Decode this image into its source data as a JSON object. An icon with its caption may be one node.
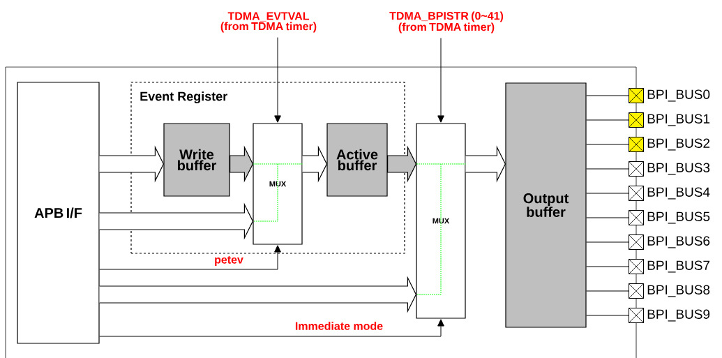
{
  "diagram": {
    "nodes": [
      {
        "text": [
          "Event Register"
        ]
      },
      {
        "text": [
          "APB I/F"
        ]
      },
      {
        "text": [
          "Write buffer"
        ],
        "in": 0
      },
      {
        "text": [
          "MUX"
        ],
        "in": 0
      },
      {
        "text": [
          "Active buffer"
        ],
        "in": 0
      },
      {
        "text": [
          "MUX"
        ]
      },
      {
        "text": [
          "Output buffer"
        ]
      },
      {
        "text": [
          "TDMA_EVTVAL (from TDMA timer)"
        ]
      },
      {
        "text": [
          "TDMA_BPISTR (0~41) (from TDMA timer)"
        ]
      },
      {
        "text": [],
        "shape": "box",
        "beside": [
          "BPI_BUS0"
        ]
      },
      {
        "text": [],
        "shape": "box",
        "beside": [
          "BPI_BUS1"
        ]
      },
      {
        "text": [],
        "shape": "box",
        "beside": [
          "BPI_BUS2"
        ]
      },
      {
        "text": [],
        "shape": "box",
        "beside": [
          "BPI_BUS3"
        ]
      },
      {
        "text": [],
        "shape": "box",
        "beside": [
          "BPI_BUS4"
        ]
      },
      {
        "text": [],
        "shape": "box",
        "beside": [
          "BPI_BUS5"
        ]
      },
      {
        "text": [],
        "shape": "box",
        "beside": [
          "BPI_BUS6"
        ]
      },
      {
        "text": [],
        "shape": "box",
        "beside": [
          "BPI_BUS7"
        ]
      },
      {
        "text": [],
        "shape": "box",
        "beside": [
          "BPI_BUS8"
        ]
      },
      {
        "text": [],
        "shape": "box",
        "beside": [
          "BPI_BUS9"
        ]
      }
    ],
    "edges": [
      {
        "from": 1,
        "to": 2,
        "arrow": "to",
        "style": "thick"
      },
      {
        "from": 2,
        "to": 3,
        "arrow": "to",
        "style": "thick",
        "color": "#c0c0c0"
      },
      {
        "from": 1,
        "to": 3,
        "arrow": "to",
        "style": "thick"
      },
      {
        "from": 3,
        "to": 4,
        "arrow": "to",
        "style": "thick"
      },
      {
        "from": 4,
        "to": 5,
        "arrow": "to",
        "style": "thick",
        "color": "#c0c0c0"
      },
      {
        "from": 1,
        "to": 3,
        "arrow": "to",
        "label": "petev"
      },
      {
        "from": 1,
        "to": 5,
        "arrow": "to",
        "style": "thick"
      },
      {
        "from": 1,
        "to": 5,
        "arrow": "to",
        "label": "Immediate mode"
      },
      {
        "from": 5,
        "to": 6,
        "arrow": "to",
        "style": "thick"
      },
      {
        "from": 7,
        "to": 3,
        "arrow": "to"
      },
      {
        "from": 8,
        "to": 5,
        "arrow": "to"
      },
      {
        "from": 6,
        "to": 9,
        "arrow": "none"
      },
      {
        "from": 6,
        "to": 10,
        "arrow": "none"
      },
      {
        "from": 6,
        "to": 11,
        "arrow": "none"
      },
      {
        "from": 6,
        "to": 12,
        "arrow": "none"
      },
      {
        "from": 6,
        "to": 13,
        "arrow": "none"
      },
      {
        "from": 6,
        "to": 14,
        "arrow": "none"
      },
      {
        "from": 6,
        "to": 15,
        "arrow": "none"
      },
      {
        "from": 6,
        "to": 16,
        "arrow": "none"
      },
      {
        "from": 6,
        "to": 17,
        "arrow": "none"
      },
      {
        "from": 6,
        "to": 18,
        "arrow": "none"
      }
    ]
  }
}
